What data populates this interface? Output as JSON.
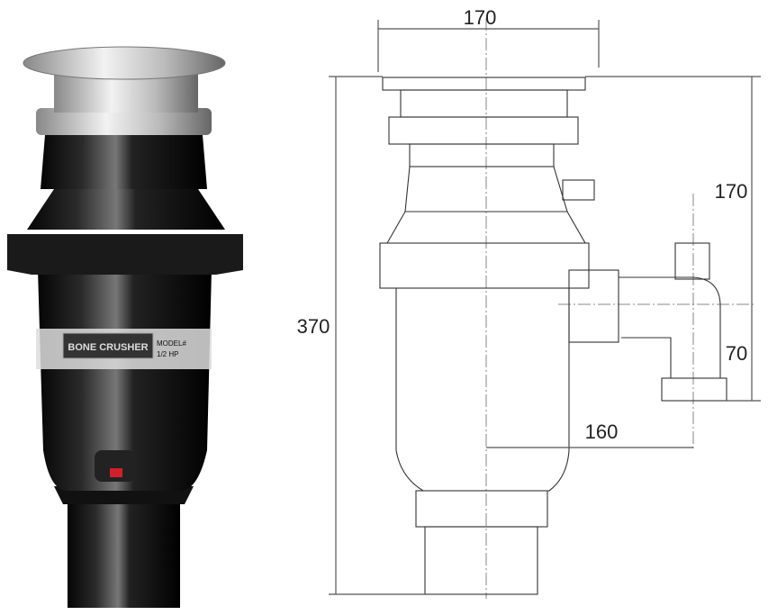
{
  "product": {
    "brand_label": "BONE CRUSHER",
    "model_label": "MODEL#",
    "power_label": "1/2 HP"
  },
  "dimensions": {
    "top_width": "170",
    "total_height": "370",
    "upper_height": "170",
    "outlet_height": "70",
    "outlet_offset": "160"
  },
  "colors": {
    "body": "#111111",
    "metal": "#c8c8c8",
    "indicator": "#d0202a"
  }
}
